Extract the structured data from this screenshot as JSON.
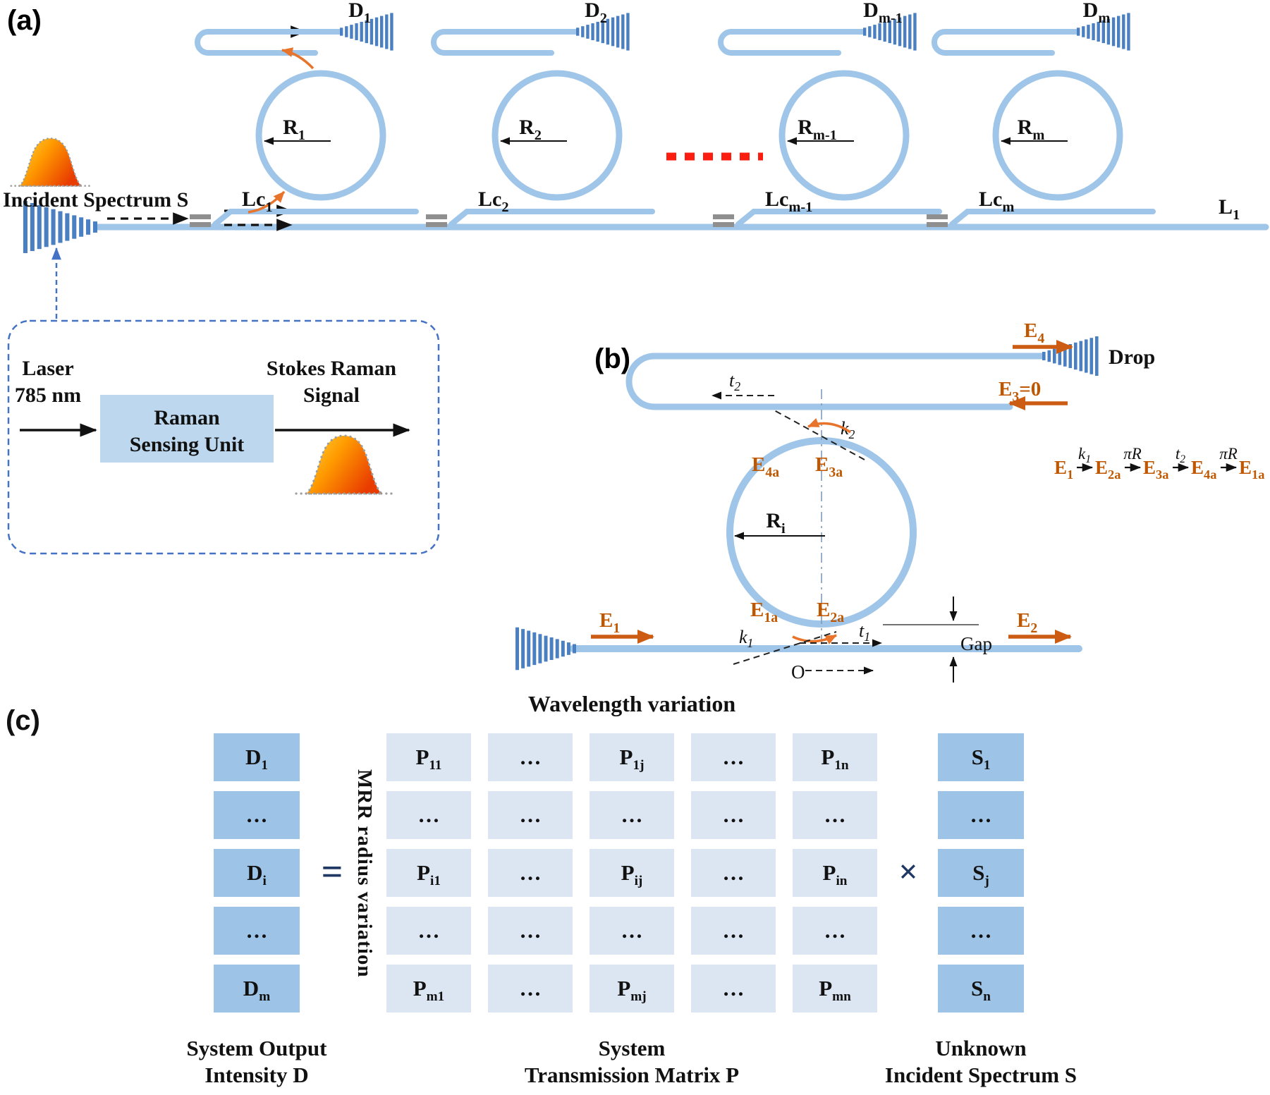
{
  "fig": {
    "a": {
      "label": "(a)",
      "incident_spectrum": "Incident Spectrum S",
      "bus_label": {
        "m": "L",
        "s": "1"
      },
      "rings": [
        {
          "drop": {
            "m": "D",
            "s": "1"
          },
          "radius": {
            "m": "R",
            "s": "1"
          },
          "coupling": {
            "m": "Lc",
            "s": "1"
          }
        },
        {
          "drop": {
            "m": "D",
            "s": "2"
          },
          "radius": {
            "m": "R",
            "s": "2"
          },
          "coupling": {
            "m": "Lc",
            "s": "2"
          }
        },
        {
          "drop": {
            "m": "D",
            "s": "m-1"
          },
          "radius": {
            "m": "R",
            "s": "m-1"
          },
          "coupling": {
            "m": "Lc",
            "s": "m-1"
          }
        },
        {
          "drop": {
            "m": "D",
            "s": "m"
          },
          "radius": {
            "m": "R",
            "s": "m"
          },
          "coupling": {
            "m": "Lc",
            "s": "m"
          }
        }
      ],
      "inset": {
        "laser_1": "Laser",
        "laser_2": "785 nm",
        "unit_1": "Raman",
        "unit_2": "Sensing Unit",
        "signal_1": "Stokes Raman",
        "signal_2": "Signal"
      }
    },
    "b": {
      "label": "(b)",
      "drop": "Drop",
      "e4": {
        "m": "E",
        "s": "4"
      },
      "e3": {
        "m": "E",
        "s": "3",
        "eq": "=0"
      },
      "t2": {
        "m": "t",
        "s": "2"
      },
      "k2": {
        "m": "k",
        "s": "2"
      },
      "e4a": {
        "m": "E",
        "s": "4a"
      },
      "e3a": {
        "m": "E",
        "s": "3a"
      },
      "ri": {
        "m": "R",
        "s": "i"
      },
      "e1a": {
        "m": "E",
        "s": "1a"
      },
      "e2a": {
        "m": "E",
        "s": "2a"
      },
      "k1": {
        "m": "k",
        "s": "1"
      },
      "t1": {
        "m": "t",
        "s": "1"
      },
      "e1": {
        "m": "E",
        "s": "1"
      },
      "e2": {
        "m": "E",
        "s": "2"
      },
      "origin": "O",
      "gap": "Gap",
      "chain": {
        "n1": {
          "m": "E",
          "s": "1"
        },
        "a1": {
          "m": "k",
          "s": "1"
        },
        "n2": {
          "m": "E",
          "s": "2a"
        },
        "a2": "πR",
        "n3": {
          "m": "E",
          "s": "3a"
        },
        "a3": {
          "m": "t",
          "s": "2"
        },
        "n4": {
          "m": "E",
          "s": "4a"
        },
        "a4": "πR",
        "n5": {
          "m": "E",
          "s": "1a"
        }
      }
    },
    "c": {
      "label": "(c)",
      "col_header": "Wavelength variation",
      "row_header": "MRR radius variation",
      "equals": "=",
      "times": "×",
      "d": [
        {
          "m": "D",
          "s": "1"
        },
        {
          "m": "…"
        },
        {
          "m": "D",
          "s": "i"
        },
        {
          "m": "…"
        },
        {
          "m": "D",
          "s": "m"
        }
      ],
      "p": [
        [
          {
            "m": "P",
            "s": "11"
          },
          {
            "m": "…"
          },
          {
            "m": "P",
            "s": "1j"
          },
          {
            "m": "…"
          },
          {
            "m": "P",
            "s": "1n"
          }
        ],
        [
          {
            "m": "…"
          },
          {
            "m": "…"
          },
          {
            "m": "…"
          },
          {
            "m": "…"
          },
          {
            "m": "…"
          }
        ],
        [
          {
            "m": "P",
            "s": "i1"
          },
          {
            "m": "…"
          },
          {
            "m": "P",
            "s": "ij"
          },
          {
            "m": "…"
          },
          {
            "m": "P",
            "s": "in"
          }
        ],
        [
          {
            "m": "…"
          },
          {
            "m": "…"
          },
          {
            "m": "…"
          },
          {
            "m": "…"
          },
          {
            "m": "…"
          }
        ],
        [
          {
            "m": "P",
            "s": "m1"
          },
          {
            "m": "…"
          },
          {
            "m": "P",
            "s": "mj"
          },
          {
            "m": "…"
          },
          {
            "m": "P",
            "s": "mn"
          }
        ]
      ],
      "s": [
        {
          "m": "S",
          "s": "1"
        },
        {
          "m": "…"
        },
        {
          "m": "S",
          "s": "j"
        },
        {
          "m": "…"
        },
        {
          "m": "S",
          "s": "n"
        }
      ],
      "captions": {
        "d_1": "System Output",
        "d_2": "Intensity D",
        "p_1": "System",
        "p_2": "Transmission Matrix P",
        "s_1": "Unknown",
        "s_2": "Incident Spectrum S"
      }
    },
    "colors": {
      "waveguide": "#9fc5e8",
      "grating": "#4a7fc1",
      "orange_label": "#bf5700",
      "orange_arrow": "#cc5c14",
      "accent_blue": "#4472c4",
      "matrix_dark_cell": "#9dc3e6",
      "matrix_light_cell": "#dce6f3",
      "red_dots": "#fb1d10",
      "raman_unit_fill": "#bdd7ee"
    }
  }
}
